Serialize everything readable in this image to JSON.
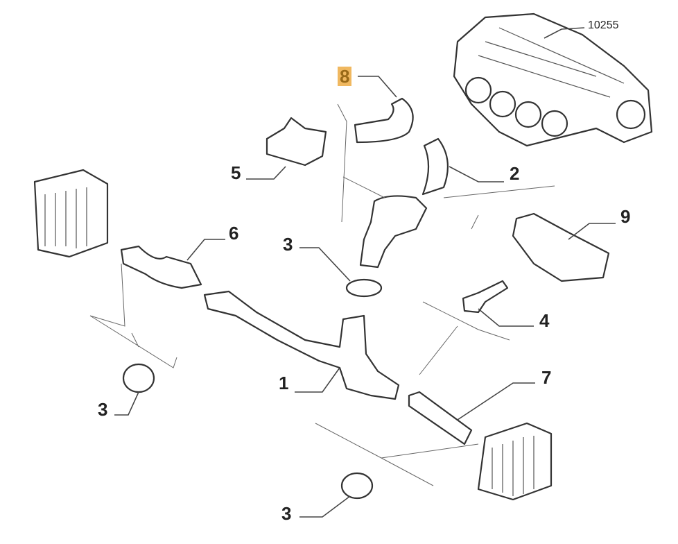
{
  "reference_number": "10255",
  "highlight_color": "#f0b860",
  "callouts": [
    {
      "text": "8",
      "highlighted": true
    },
    {
      "text": "5"
    },
    {
      "text": "2"
    },
    {
      "text": "6"
    },
    {
      "text": "3"
    },
    {
      "text": "9"
    },
    {
      "text": "4"
    },
    {
      "text": "1"
    },
    {
      "text": "7"
    },
    {
      "text": "3"
    },
    {
      "text": "3"
    }
  ]
}
